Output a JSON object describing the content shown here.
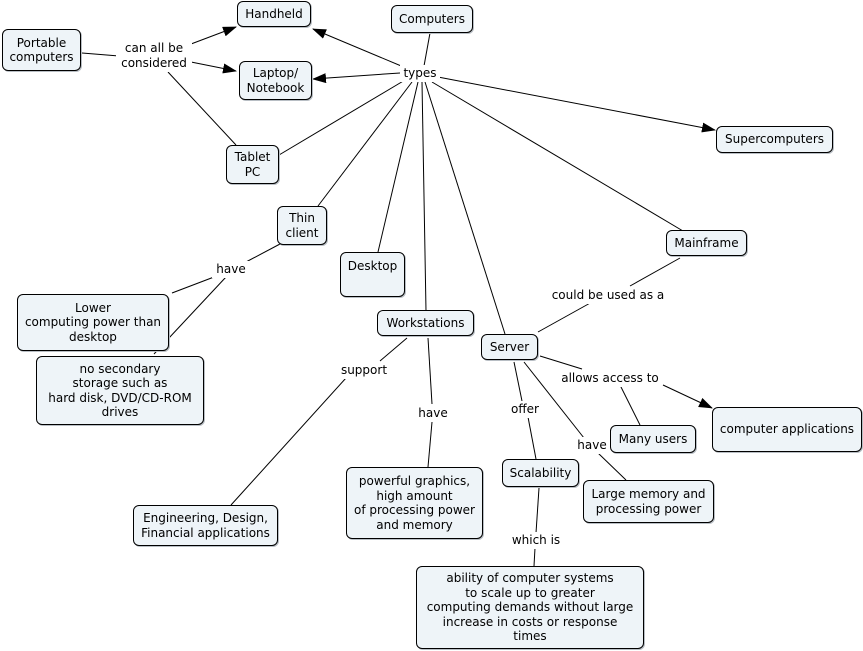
{
  "colors": {
    "node_fill": "#eef4f8",
    "node_border": "#000000",
    "line": "#000000",
    "background": "#ffffff"
  },
  "nodes": {
    "computers": "Computers",
    "handheld": "Handheld",
    "laptop": "Laptop/\nNotebook",
    "portable": "Portable\ncomputers",
    "tablet": "Tablet\nPC",
    "supercomputers": "Supercomputers",
    "thin_client": "Thin\nclient",
    "desktop": "Desktop",
    "mainframe": "Mainframe",
    "lower_power": "Lower\ncomputing power than\ndesktop",
    "no_storage": "no secondary\nstorage such as\nhard disk, DVD/CD-ROM\ndrives",
    "workstations": "Workstations",
    "server": "Server",
    "computer_apps": "computer applications",
    "many_users": "Many users",
    "large_memory": "Large memory and\nprocessing power",
    "scalability": "Scalability",
    "powerful_graphics": "powerful graphics,\nhigh amount\nof processing power\nand memory",
    "engineering": "Engineering, Design,\nFinancial applications",
    "ability": "ability of computer systems\nto scale up to greater\ncomputing demands without large\nincrease in costs or response\ntimes"
  },
  "labels": {
    "types": "types",
    "can_all_be": "can all be\nconsidered",
    "have_thin": "have",
    "could_be_used": "could be used as a",
    "allows_access": "allows access to",
    "support": "support",
    "have_ws": "have",
    "offer": "offer",
    "have_server": "have",
    "which_is": "which is"
  }
}
